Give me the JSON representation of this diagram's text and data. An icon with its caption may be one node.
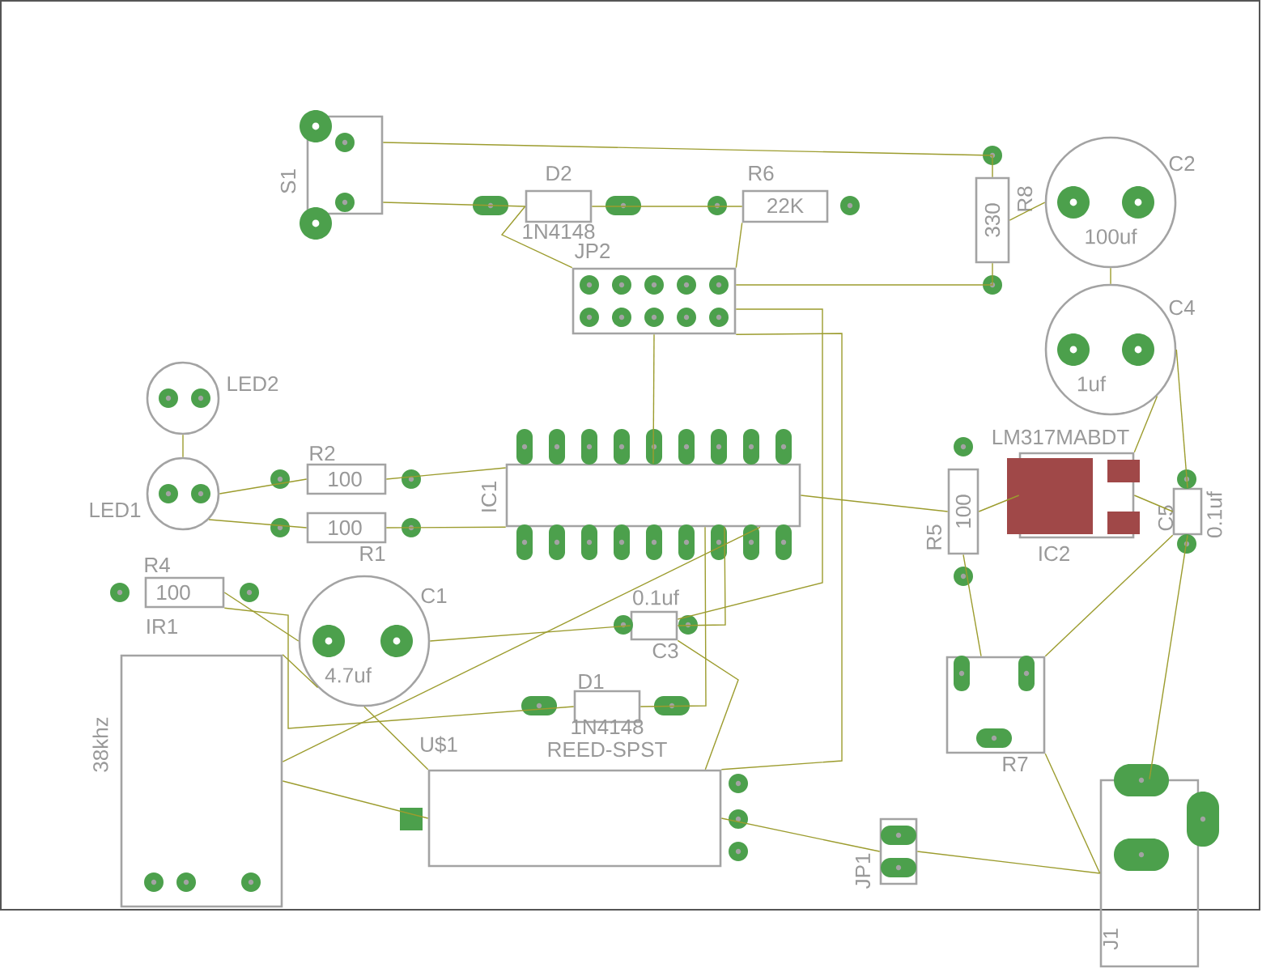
{
  "diagram": {
    "nodes": [
      {
        "text": [
          "S1"
        ]
      },
      {
        "text": [
          "D2",
          "1N4148"
        ]
      },
      {
        "text": [
          "R6",
          "22K"
        ]
      },
      {
        "text": [
          "R8",
          "330"
        ]
      },
      {
        "text": [
          "C2",
          "100uf"
        ]
      },
      {
        "text": [
          "C4",
          "1uf"
        ]
      },
      {
        "text": [
          "JP2"
        ]
      },
      {
        "text": [
          "LED2"
        ]
      },
      {
        "text": [
          "LED1"
        ]
      },
      {
        "text": [
          "R2",
          "100"
        ]
      },
      {
        "text": [
          "100",
          "R1"
        ]
      },
      {
        "text": [
          "IC1"
        ]
      },
      {
        "text": [
          "R4",
          "100"
        ]
      },
      {
        "text": [
          "C1",
          "4.7uf"
        ]
      },
      {
        "text": [
          "0.1uf",
          "C3"
        ]
      },
      {
        "text": [
          "D1",
          "1N4148"
        ]
      },
      {
        "text": [
          "U$1",
          "REED-SPST"
        ]
      },
      {
        "text": [
          "IR1",
          "38khz"
        ]
      },
      {
        "text": [
          "LM317MABDT",
          "IC2"
        ]
      },
      {
        "text": [
          "R5",
          "100"
        ]
      },
      {
        "text": [
          "C5",
          "0.1uf"
        ]
      },
      {
        "text": [
          "R7"
        ]
      },
      {
        "text": [
          "JP1"
        ]
      },
      {
        "text": [
          "J1"
        ]
      }
    ],
    "edges": [
      {
        "from": 0,
        "to": 3,
        "arrow": "none"
      },
      {
        "from": 0,
        "to": 1,
        "arrow": "none"
      },
      {
        "from": 1,
        "to": 2,
        "arrow": "none"
      },
      {
        "from": 1,
        "to": 6,
        "arrow": "none"
      },
      {
        "from": 2,
        "to": 6,
        "arrow": "none"
      },
      {
        "from": 6,
        "to": 3,
        "arrow": "none"
      },
      {
        "from": 3,
        "to": 4,
        "arrow": "none"
      },
      {
        "from": 4,
        "to": 5,
        "arrow": "none"
      },
      {
        "from": 5,
        "to": 18,
        "arrow": "none"
      },
      {
        "from": 5,
        "to": 20,
        "arrow": "none"
      },
      {
        "from": 18,
        "to": 20,
        "arrow": "none"
      },
      {
        "from": 18,
        "to": 19,
        "arrow": "none"
      },
      {
        "from": 11,
        "to": 19,
        "arrow": "none"
      },
      {
        "from": 20,
        "to": 21,
        "arrow": "none"
      },
      {
        "from": 20,
        "to": 23,
        "arrow": "none"
      },
      {
        "from": 19,
        "to": 21,
        "arrow": "none"
      },
      {
        "from": 21,
        "to": 23,
        "arrow": "none"
      },
      {
        "from": 23,
        "to": 22,
        "arrow": "none"
      },
      {
        "from": 22,
        "to": 16,
        "arrow": "none"
      },
      {
        "from": 6,
        "to": 11,
        "arrow": "none"
      },
      {
        "from": 6,
        "to": 16,
        "arrow": "none"
      },
      {
        "from": 9,
        "to": 11,
        "arrow": "none"
      },
      {
        "from": 10,
        "to": 11,
        "arrow": "none"
      },
      {
        "from": 8,
        "to": 9,
        "arrow": "none"
      },
      {
        "from": 8,
        "to": 10,
        "arrow": "none"
      },
      {
        "from": 7,
        "to": 8,
        "arrow": "none"
      },
      {
        "from": 12,
        "to": 15,
        "arrow": "none"
      },
      {
        "from": 12,
        "to": 13,
        "arrow": "none"
      },
      {
        "from": 13,
        "to": 14,
        "arrow": "none"
      },
      {
        "from": 13,
        "to": 16,
        "arrow": "none"
      },
      {
        "from": 13,
        "to": 17,
        "arrow": "none"
      },
      {
        "from": 17,
        "to": 16,
        "arrow": "none"
      },
      {
        "from": 17,
        "to": 11,
        "arrow": "none"
      },
      {
        "from": 14,
        "to": 11,
        "arrow": "none"
      },
      {
        "from": 15,
        "to": 11,
        "arrow": "none"
      },
      {
        "from": 6,
        "to": 14,
        "arrow": "none"
      },
      {
        "from": 14,
        "to": 16,
        "arrow": "none"
      }
    ]
  }
}
